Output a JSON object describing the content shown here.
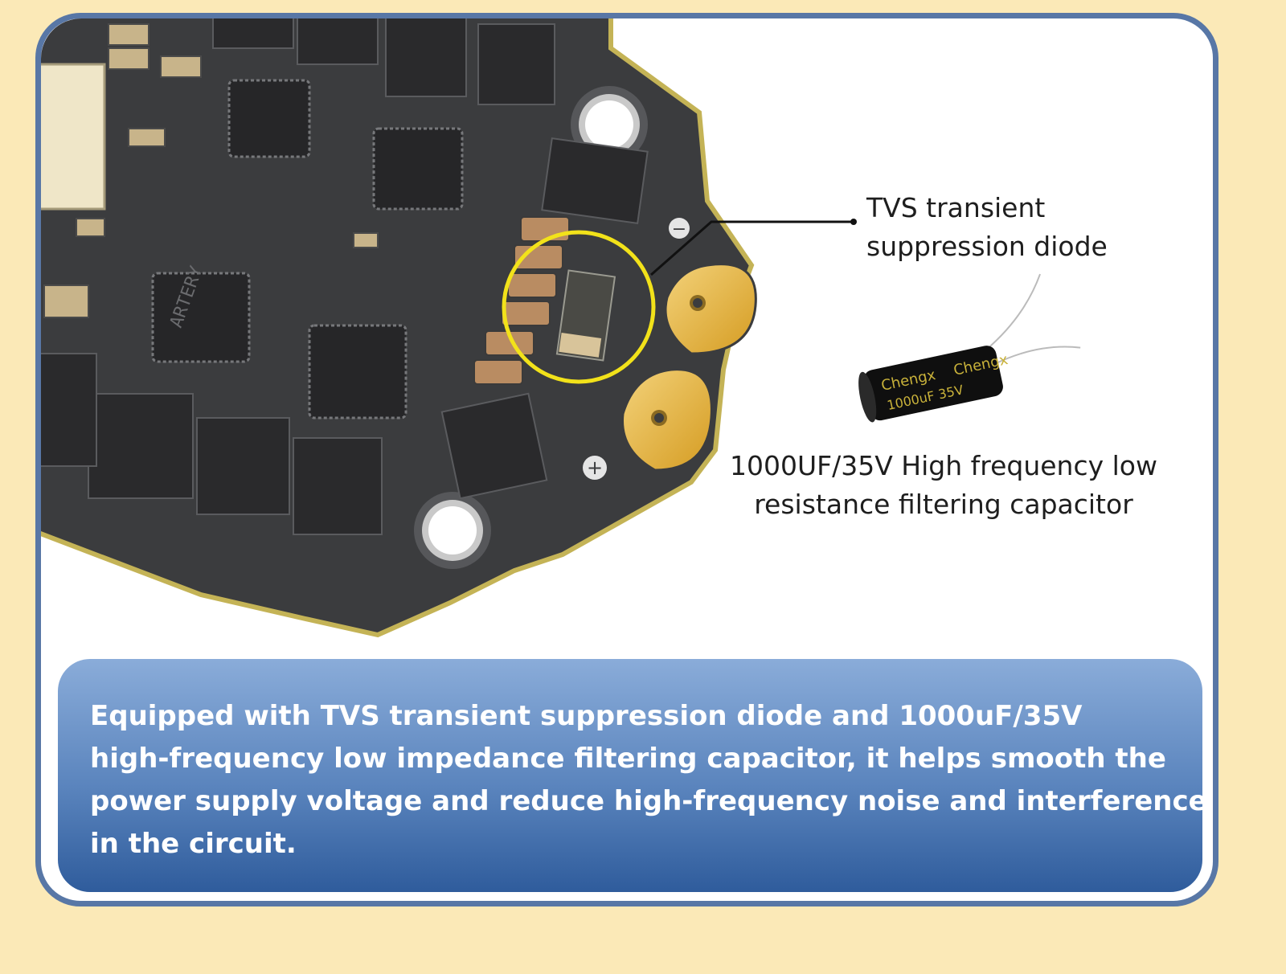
{
  "labels": {
    "tvs_line1": "TVS transient",
    "tvs_line2": "suppression diode",
    "cap_line1": "1000UF/35V High frequency low",
    "cap_line2": "resistance filtering capacitor"
  },
  "capacitor_print": {
    "brand": "Chengx",
    "rating": "1000uF 35V"
  },
  "board_print": {
    "chip_marking": "ARTERY",
    "plus": "+",
    "minus": "−"
  },
  "description": {
    "line1": "Equipped with TVS transient suppression diode and 1000uF/35V",
    "line2": "high-frequency low impedance filtering capacitor, it helps smooth the",
    "line3": "power supply voltage and reduce high-frequency noise and interference",
    "line4": "in the circuit."
  },
  "colors": {
    "background": "#fbe9b7",
    "card_border": "#5877a6",
    "pcb": "#3d3e40",
    "highlight_circle": "#f2e21a",
    "pad_gold": "#e6b83c"
  }
}
